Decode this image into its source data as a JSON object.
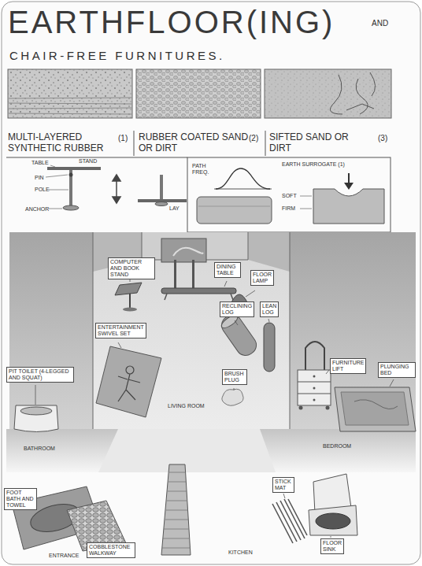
{
  "diagram": {
    "title": "EARTHFLOOR(ING)",
    "nodes": [
      {
        "text": [
          "COMPUTER AND BOOK STAND"
        ]
      },
      {
        "text": [
          "DINING TABLE"
        ]
      },
      {
        "text": [
          "FLOOR LAMP"
        ]
      },
      {
        "text": [
          "RECLINING LOG"
        ]
      },
      {
        "text": [
          "LEAN LOG"
        ]
      },
      {
        "text": [
          "ENTERTAINMENT SWIVEL SET"
        ]
      },
      {
        "text": [
          "FURNITURE LIFT"
        ]
      },
      {
        "text": [
          "PLUNGING BED"
        ]
      },
      {
        "text": [
          "PIT TOILET (4-LEGGED AND SQUAT)"
        ]
      },
      {
        "text": [
          "BRUSH PLUG"
        ]
      },
      {
        "text": [
          "STICK MAT"
        ]
      },
      {
        "text": [
          "FOOT BATH AND TOWEL"
        ]
      },
      {
        "text": [
          "FLOOR SINK"
        ]
      },
      {
        "text": [
          "COBBLESTONE WALKWAY"
        ]
      }
    ],
    "labels": [
      "AND",
      "CHAIR-FREE FURNITURES.",
      "MULTI-LAYERED SYNTHETIC RUBBER",
      "(1)",
      "RUBBER COATED SAND OR DIRT",
      "(2)",
      "SIFTED SAND OR DIRT",
      "(3)",
      "TABLE",
      "STAND",
      "PIN",
      "POLE",
      "ANCHOR",
      "LAY",
      "PATH FREQ.",
      "EARTH SURROGATE (1)",
      "SOFT",
      "FIRM",
      "LIVING ROOM",
      "BATHROOM",
      "BEDROOM",
      "ENTRANCE",
      "KITCHEN"
    ]
  }
}
